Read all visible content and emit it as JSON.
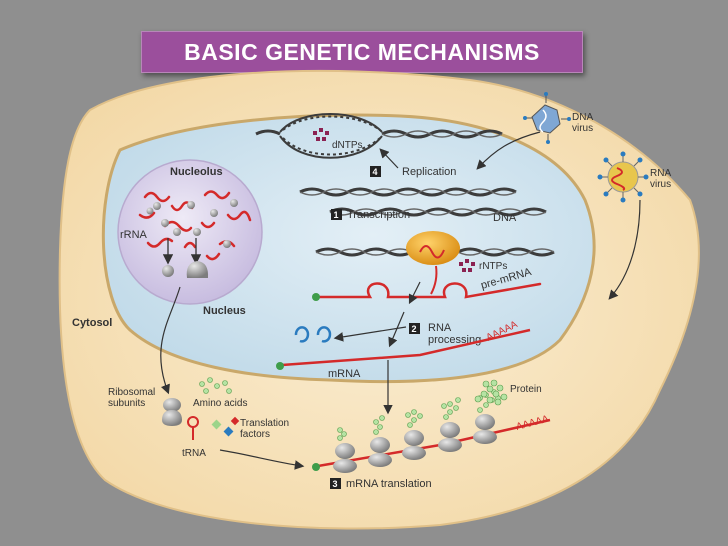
{
  "title": "BASIC GENETIC MECHANISMS",
  "labels": {
    "nucleolus": "Nucleolus",
    "nucleus": "Nucleus",
    "cytosol": "Cytosol",
    "rrna": "rRNA",
    "dntps": "dNTPs",
    "dna": "DNA",
    "rntps": "rNTPs",
    "pre_mrna": "pre-mRNA",
    "aaaaa_top": "AAAAA",
    "mrna": "mRNA",
    "aaaaa_bottom": "AAAAA",
    "ribosomal_subunits_line1": "Ribosomal",
    "ribosomal_subunits_line2": "subunits",
    "amino_acids": "Amino acids",
    "translation_factors_line1": "Translation",
    "translation_factors_line2": "factors",
    "trna": "tRNA",
    "protein": "Protein",
    "dna_virus_line1": "DNA",
    "dna_virus_line2": "virus",
    "rna_virus_line1": "RNA",
    "rna_virus_line2": "virus"
  },
  "steps": [
    {
      "number": "4",
      "label": "Replication"
    },
    {
      "number": "1",
      "label": "Transcription"
    },
    {
      "number": "2",
      "label_line1": "RNA",
      "label_line2": "processing"
    },
    {
      "number": "3",
      "label": "mRNA translation"
    }
  ],
  "colors": {
    "background": "#8f8f8f",
    "title_bg": "#9b4f9c",
    "cytosol": "#f7e3bd",
    "nucleus": "#d4e7f1",
    "nucleolus": "#dad2ea",
    "rna": "#d42a2a",
    "ribosome": "#a9a9a9",
    "step_box": "#222222",
    "polymerase": "#e8a11c",
    "amino_acid": "#9cd48a",
    "ntp": "#8b2252"
  }
}
